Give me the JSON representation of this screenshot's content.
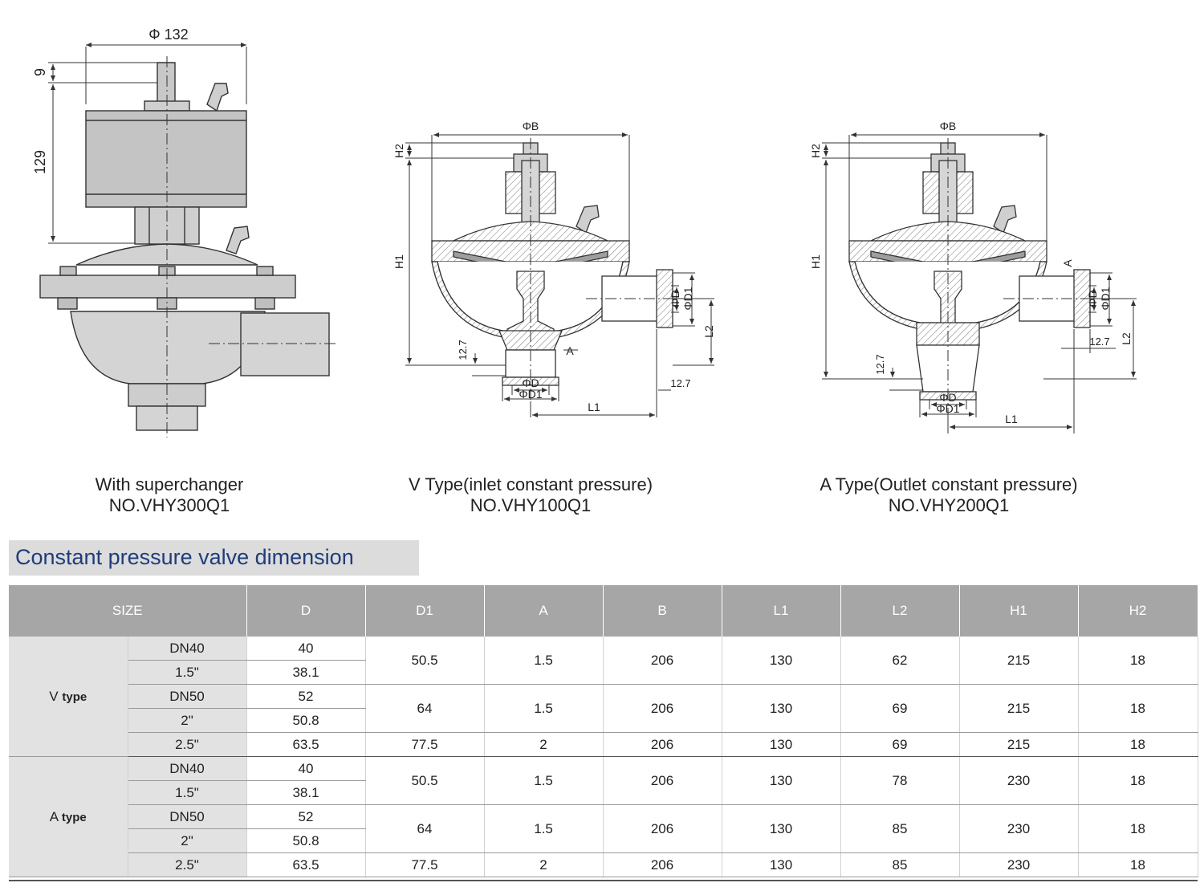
{
  "diagrams": [
    {
      "caption_line1": "With superchanger",
      "caption_line2": "NO.VHY300Q1",
      "dims": {
        "diameter": "Φ 132",
        "top": "9",
        "height": "129"
      }
    },
    {
      "caption_line1": "V Type(inlet constant pressure)",
      "caption_line2": "NO.VHY100Q1",
      "dims": {
        "b": "ΦB",
        "h2": "H2",
        "h1": "H1",
        "d": "ΦD",
        "d1": "ΦD1",
        "l2": "L2",
        "a": "A",
        "t1": "12.7",
        "t2": "12.7",
        "l1": "L1",
        "d_bot": "ΦD",
        "d1_bot": "ΦD1"
      }
    },
    {
      "caption_line1": "A Type(Outlet constant pressure)",
      "caption_line2": "NO.VHY200Q1",
      "dims": {
        "b": "ΦB",
        "h2": "H2",
        "h1": "H1",
        "a": "A",
        "d": "ΦD",
        "d1": "ΦD1",
        "t1": "12.7",
        "l2": "L2",
        "t2": "12.7",
        "d_bot": "ΦD",
        "d1_bot": "ΦD1",
        "l1": "L1"
      }
    }
  ],
  "section_title": "Constant pressure valve dimension",
  "table": {
    "headers": [
      "SIZE",
      "D",
      "D1",
      "A",
      "B",
      "L1",
      "L2",
      "H1",
      "H2"
    ],
    "groups": [
      {
        "prefix": "V",
        "suffix": "type",
        "sizes": [
          "DN40",
          "1.5\"",
          "DN50",
          "2\"",
          "2.5\""
        ],
        "d": [
          "40",
          "38.1",
          "52",
          "50.8",
          "63.5"
        ],
        "specs": [
          {
            "d1": "50.5",
            "a": "1.5",
            "b": "206",
            "l1": "130",
            "l2": "62",
            "h1": "215",
            "h2": "18"
          },
          {
            "d1": "64",
            "a": "1.5",
            "b": "206",
            "l1": "130",
            "l2": "69",
            "h1": "215",
            "h2": "18"
          },
          {
            "d1": "77.5",
            "a": "2",
            "b": "206",
            "l1": "130",
            "l2": "69",
            "h1": "215",
            "h2": "18"
          }
        ]
      },
      {
        "prefix": "A",
        "suffix": "type",
        "sizes": [
          "DN40",
          "1.5\"",
          "DN50",
          "2\"",
          "2.5\""
        ],
        "d": [
          "40",
          "38.1",
          "52",
          "50.8",
          "63.5"
        ],
        "specs": [
          {
            "d1": "50.5",
            "a": "1.5",
            "b": "206",
            "l1": "130",
            "l2": "78",
            "h1": "230",
            "h2": "18"
          },
          {
            "d1": "64",
            "a": "1.5",
            "b": "206",
            "l1": "130",
            "l2": "85",
            "h1": "230",
            "h2": "18"
          },
          {
            "d1": "77.5",
            "a": "2",
            "b": "206",
            "l1": "130",
            "l2": "85",
            "h1": "230",
            "h2": "18"
          }
        ]
      }
    ]
  }
}
